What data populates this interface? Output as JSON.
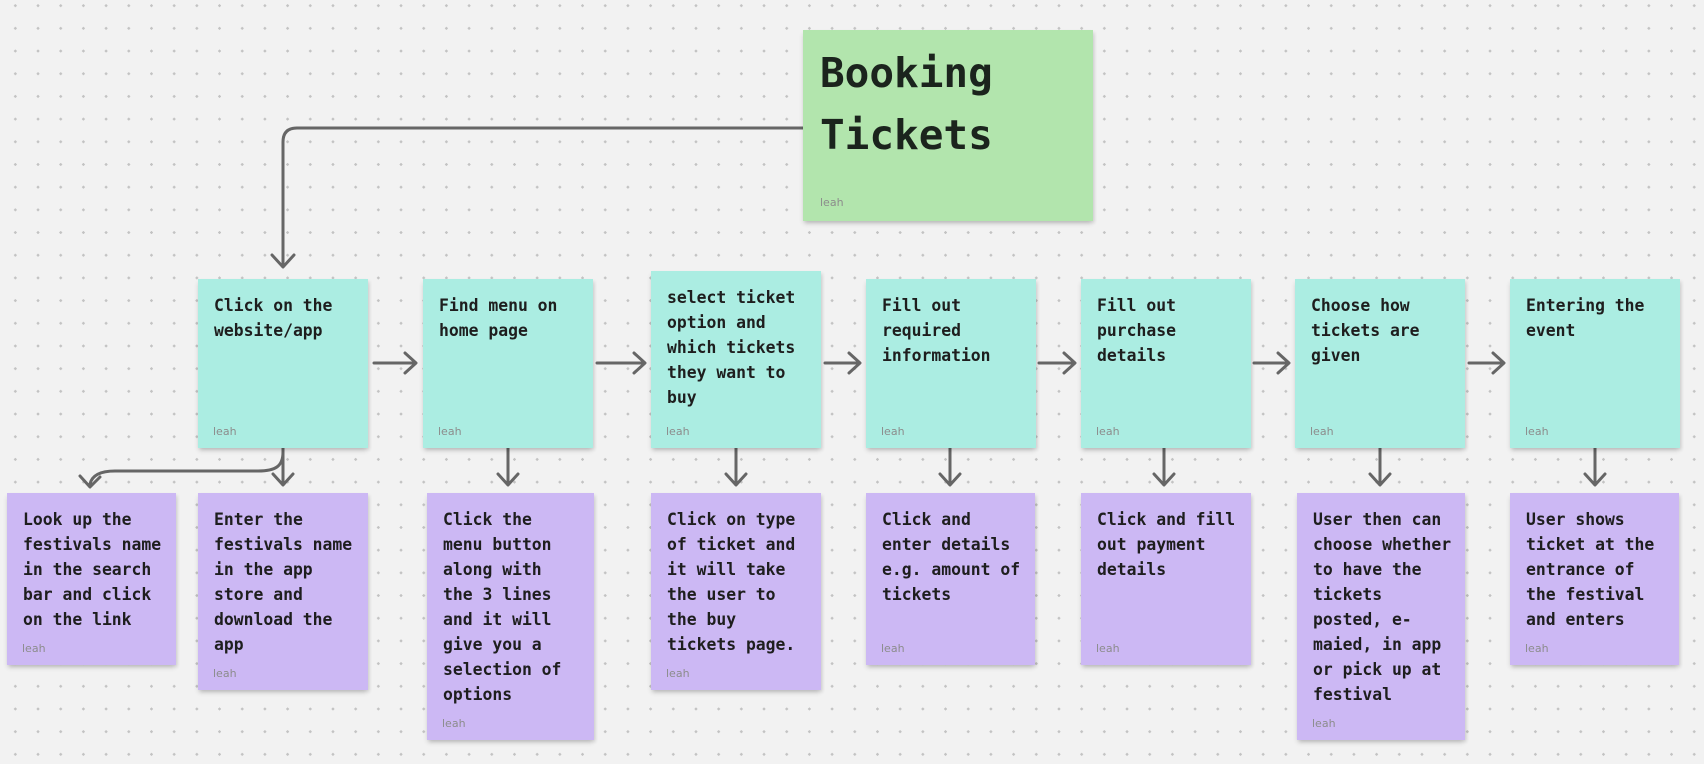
{
  "board": {
    "colors": {
      "background": "#F2F2F2",
      "dot": "#C3C3C3",
      "green": "#B2E5AD",
      "teal": "#ABEDE2",
      "purple": "#CCB8F4",
      "arrow": "#666666",
      "text": "#1E1E1E",
      "author_label": "#8C8C8C"
    },
    "title_note": {
      "text": "Booking Tickets",
      "author": "leah"
    },
    "process_notes": [
      {
        "text": "Click on the website/app",
        "author": "leah"
      },
      {
        "text": "Find menu on home page",
        "author": "leah"
      },
      {
        "text": "select ticket option and which tickets they want to buy",
        "author": "leah"
      },
      {
        "text": "Fill out required information",
        "author": "leah"
      },
      {
        "text": "Fill out purchase details",
        "author": "leah"
      },
      {
        "text": "Choose how tickets are given",
        "author": "leah"
      },
      {
        "text": "Entering the event",
        "author": "leah"
      }
    ],
    "detail_notes": [
      {
        "text": "Look up the festivals name in the search bar and click on the link",
        "author": "leah"
      },
      {
        "text": "Enter the festivals name in the app store and download the app",
        "author": "leah"
      },
      {
        "text": "Click the menu button along with the 3 lines and it will give you a selection of options",
        "author": "leah"
      },
      {
        "text": "Click on type of ticket and it will take the user to the buy tickets page.",
        "author": "leah"
      },
      {
        "text": "Click and enter details e.g. amount of tickets",
        "author": "leah"
      },
      {
        "text": "Click and fill out payment details",
        "author": "leah"
      },
      {
        "text": "User then can choose whether to have the tickets posted, e-maied, in app or pick up at festival",
        "author": "leah"
      },
      {
        "text": "User shows ticket at the entrance of the festival and enters",
        "author": "leah"
      }
    ]
  }
}
